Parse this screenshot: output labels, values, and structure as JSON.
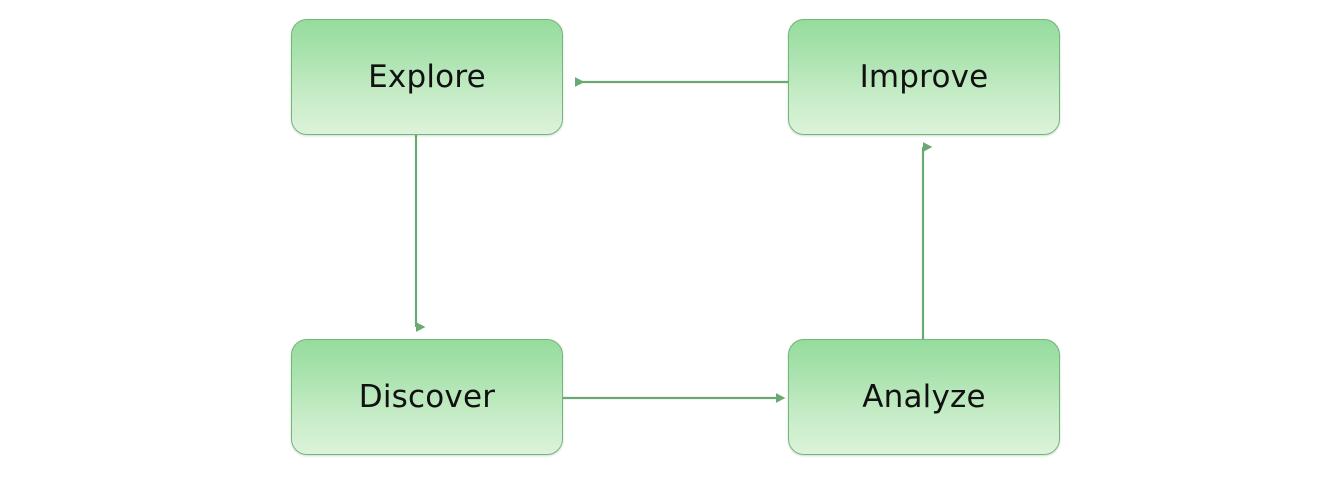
{
  "diagram": {
    "type": "flowchart-cycle",
    "background_color": "#ffffff",
    "node_border_color": "#76b47e",
    "node_fill_top_color": "#96dc9e",
    "node_fill_bottom_color": "#dcf3da",
    "edge_color": "#6aaa72",
    "label_color": "#111111",
    "nodes": [
      {
        "id": "explore",
        "label": "Explore"
      },
      {
        "id": "improve",
        "label": "Improve"
      },
      {
        "id": "discover",
        "label": "Discover"
      },
      {
        "id": "analyze",
        "label": "Analyze"
      }
    ],
    "edges": [
      {
        "from": "improve",
        "to": "explore",
        "direction": "left",
        "label": ""
      },
      {
        "from": "explore",
        "to": "discover",
        "direction": "down",
        "label": ""
      },
      {
        "from": "discover",
        "to": "analyze",
        "direction": "right",
        "label": ""
      },
      {
        "from": "analyze",
        "to": "improve",
        "direction": "up",
        "label": ""
      }
    ]
  }
}
